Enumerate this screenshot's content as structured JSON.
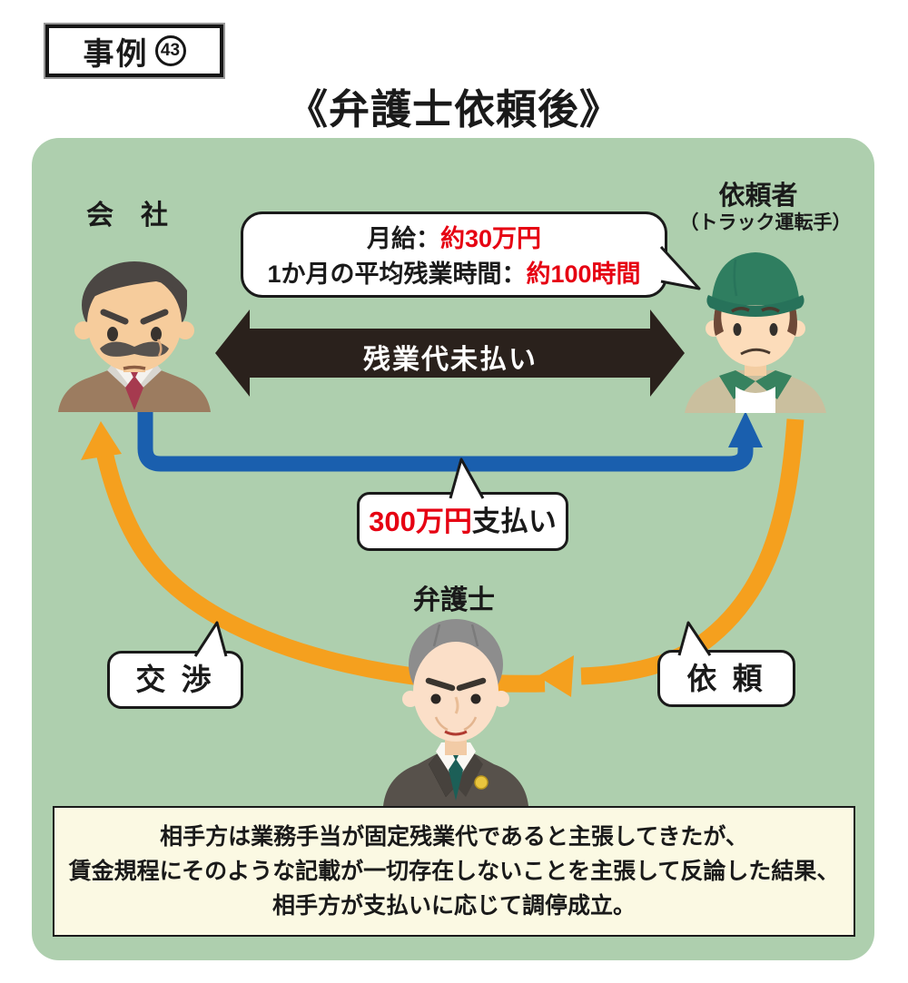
{
  "badge": {
    "prefix": "事例",
    "number": "43"
  },
  "title": "《弁護士依頼後》",
  "diagram": {
    "company_label": "会　社",
    "client_label": "依頼者",
    "client_sublabel": "（トラック運転手）",
    "lawyer_label": "弁護士",
    "salary_bubble": {
      "line1_label": "月給：",
      "line1_value": "約30万円",
      "line2_label": "1か月の平均残業時間：",
      "line2_value": "約100時間"
    },
    "unpaid_arrow_label": "残業代未払い",
    "payment_bubble": {
      "amount": "300万円",
      "suffix": "支払い"
    },
    "negotiation_label": "交 渉",
    "request_label": "依 頼"
  },
  "result_box": {
    "line1": "相手方は業務手当が固定残業代であると主張してきたが、",
    "line2": "賃金規程にそのような記載が一切存在しないことを主張して反論した結果、",
    "line3": "相手方が支払いに応じて調停成立。"
  },
  "colors": {
    "panel_green": "#aecfae",
    "arrow_black": "#2a211c",
    "arrow_blue": "#1a5fae",
    "arrow_orange": "#f5a01e",
    "accent_red": "#e60012",
    "result_box_bg": "#fbf9e3"
  }
}
